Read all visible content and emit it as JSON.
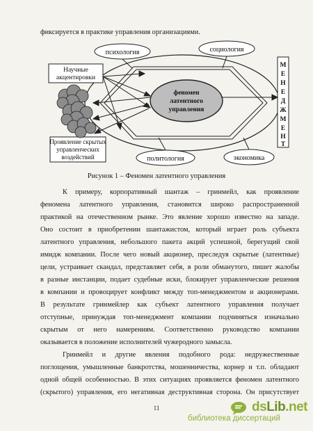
{
  "top_line": "фиксируется в практике управления организациями.",
  "figure": {
    "center": [
      "феномен",
      "латентного",
      "управления"
    ],
    "psychology": "психология",
    "sociology": "социология",
    "politology": "политология",
    "economics": "экономика",
    "scientific": [
      "Научные",
      "акцентировки"
    ],
    "manifestation": [
      "Проявление скрытых",
      "управленческих",
      "воздействий"
    ],
    "management_letters": [
      "М",
      "Е",
      "Н",
      "Е",
      "Д",
      "Ж",
      "М",
      "Е",
      "Н",
      "Т"
    ],
    "caption": "Рисунок 1 – Феномен латентного управления"
  },
  "paragraphs": [
    [
      "К  примеру,  корпоративный  шантаж  –  гринмейл,  как  проявление",
      "феномена  латентного  управления,  становится  широко  распространенной",
      "практикой на отечественном рынке. Это явление хорошо известно на западе.",
      "Оно состоит в приобретении шантажистом, который играет роль субъекта",
      "латентного управления, небольшого пакета акций успешной, берегущий свой",
      "имидж компании. После чего новый акционер, преследуя скрытые (латентные)",
      "цели, устраивает скандал, представляет себя, в роли обманутого, пишет жалобы",
      "в разные инстанции, подает судебные иски, блокирует управленческие решения",
      "в компании и провоцирует конфликт между топ-менеджментом и акционерами.",
      "В  результате  гринмейлер  как  субъект  латентного  управления  получает",
      "отступные,  принуждая  топ-менеджмент  компании  подчиняться  изначально",
      "скрытым  от  него  намерениям.  Соответственно  руководство  компании",
      "оказывается в положение исполнителей чужеродного замысла."
    ],
    [
      "Гринмейл  и  другие  явления  подобного  рода:  недружественные",
      "поглощения, умышленные банкротства, мошенничества, корнер и т.п. обладают",
      "одной общей особенностью. В этих ситуациях проявляется феномен латентного",
      "(скрытого) управления, его негативная деструктивная сторона. Он присутствует"
    ]
  ],
  "page_number": "11",
  "watermark": {
    "brand_ds": "ds",
    "brand_lib": "Lib",
    "brand_net": ".net",
    "subtitle": "библиотека диссертаций",
    "color": "#8fb13a"
  }
}
